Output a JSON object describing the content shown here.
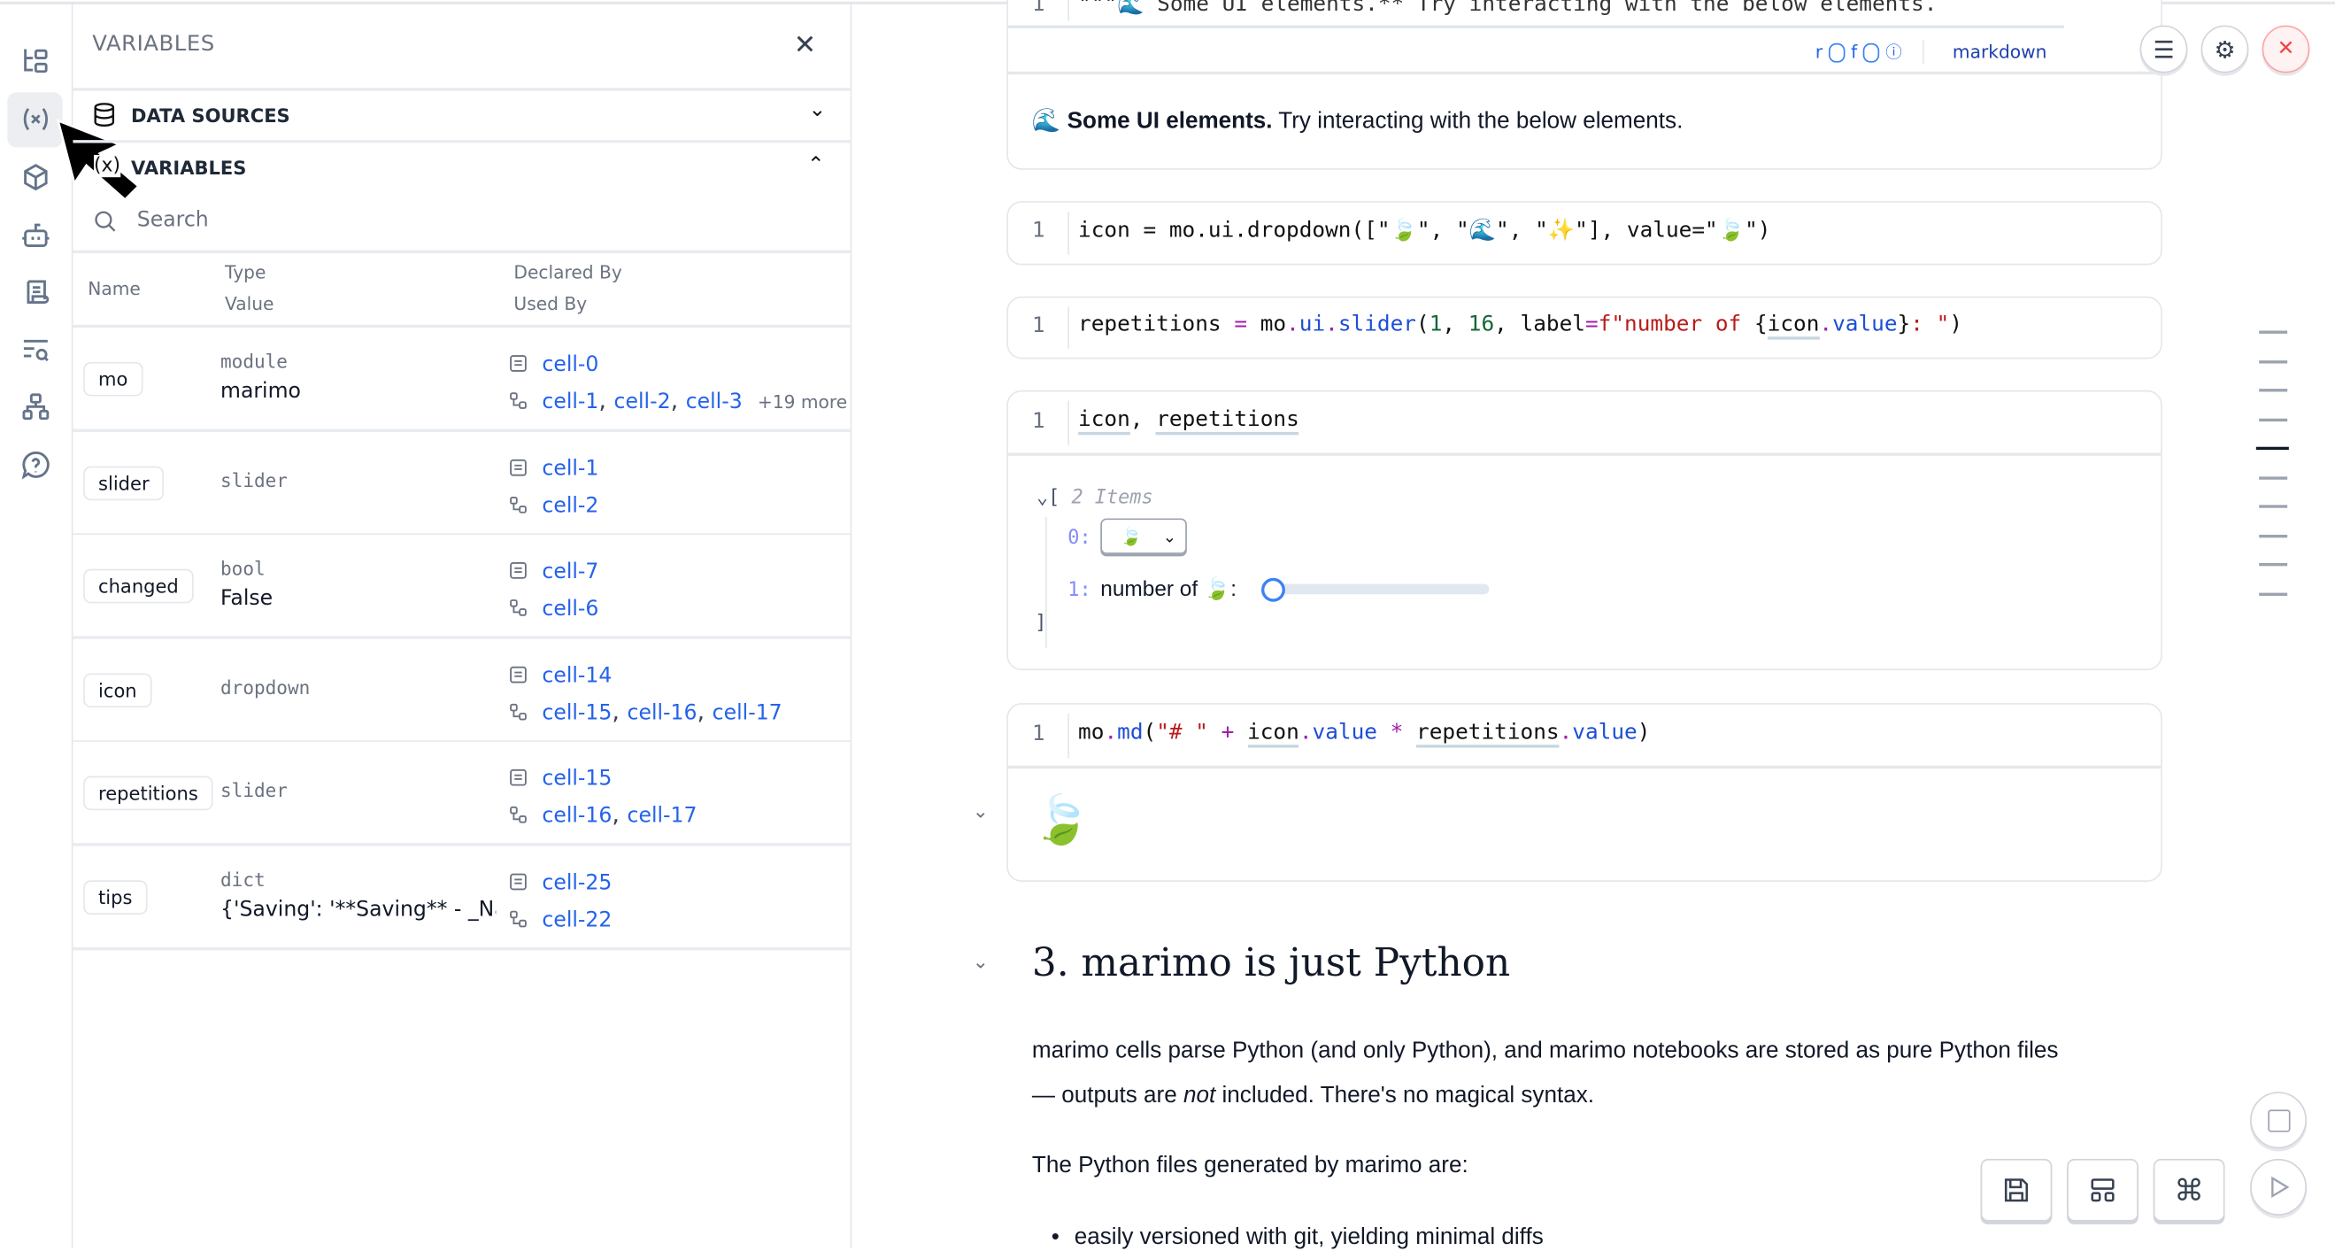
{
  "sidebar_rail": {
    "icons": [
      "file-tree-icon",
      "variables-icon",
      "package-icon",
      "ai-bot-icon",
      "scroll-logs-icon",
      "search-list-icon",
      "dependency-graph-icon",
      "help-icon"
    ],
    "active": "variables-icon"
  },
  "panel": {
    "title": "VARIABLES",
    "data_sources_label": "DATA SOURCES",
    "variables_label": "VARIABLES",
    "search_placeholder": "Search",
    "columns": {
      "name": "Name",
      "type": "Type",
      "value": "Value",
      "declared_by": "Declared By",
      "used_by": "Used By"
    },
    "rows": [
      {
        "name": "mo",
        "type": "module",
        "value": "marimo",
        "declared_by": [
          "cell-0"
        ],
        "used_by": [
          "cell-1",
          "cell-2",
          "cell-3"
        ],
        "more": "+19 more"
      },
      {
        "name": "slider",
        "type": "slider",
        "value": "",
        "declared_by": [
          "cell-1"
        ],
        "used_by": [
          "cell-2"
        ]
      },
      {
        "name": "changed",
        "type": "bool",
        "value": "False",
        "declared_by": [
          "cell-7"
        ],
        "used_by": [
          "cell-6"
        ]
      },
      {
        "name": "icon",
        "type": "dropdown",
        "value": "",
        "declared_by": [
          "cell-14"
        ],
        "used_by": [
          "cell-15",
          "cell-16",
          "cell-17"
        ]
      },
      {
        "name": "repetitions",
        "type": "slider",
        "value": "",
        "declared_by": [
          "cell-15"
        ],
        "used_by": [
          "cell-16",
          "cell-17"
        ]
      },
      {
        "name": "tips",
        "type": "dict",
        "value": "{'Saving': '**Saving** - _Na...",
        "declared_by": [
          "cell-25"
        ],
        "used_by": [
          "cell-22"
        ]
      }
    ]
  },
  "notebook": {
    "top_cell": {
      "line_no": "1",
      "code_partial": "\"\"\"🌊 Some UI elements.** Try interacting with the below elements.",
      "toolbar": {
        "r": "r",
        "f": "f",
        "language": "markdown"
      },
      "output_bold": "🌊 Some UI elements.",
      "output_rest": " Try interacting with the below elements."
    },
    "cell_dropdown": {
      "line_no": "1",
      "code": "icon = mo.ui.dropdown([\"🍃\", \"🌊\", \"✨\"], value=\"🍃\")"
    },
    "cell_slider": {
      "line_no": "1",
      "code": "repetitions = mo.ui.slider(1, 16, label=f\"number of {icon.value}: \")"
    },
    "cell_tuple": {
      "line_no": "1",
      "code": "icon, repetitions",
      "output": {
        "open_bracket": "[",
        "count": "2 Items",
        "item0_index": "0:",
        "dropdown_value": "🍃",
        "item1_index": "1:",
        "slider_label": "number of 🍃:",
        "slider_value": 1,
        "slider_min": 1,
        "slider_max": 16,
        "close_bracket": "]"
      }
    },
    "cell_md": {
      "line_no": "1",
      "code": "mo.md(\"# \" + icon.value * repetitions.value)",
      "output": "🍃"
    },
    "heading": "3. marimo is just Python",
    "para1_a": "marimo cells parse Python (and only Python), and marimo notebooks are stored as pure Python files",
    "para1_b_pre": "— outputs are ",
    "para1_b_em": "not",
    "para1_b_post": " included. There's no magical syntax.",
    "para2": "The Python files generated by marimo are:",
    "bullet1": "easily versioned with git, yielding minimal diffs"
  },
  "colors": {
    "link": "#2563eb",
    "close_button": "#ef4444",
    "accent": "#3b82f6"
  }
}
